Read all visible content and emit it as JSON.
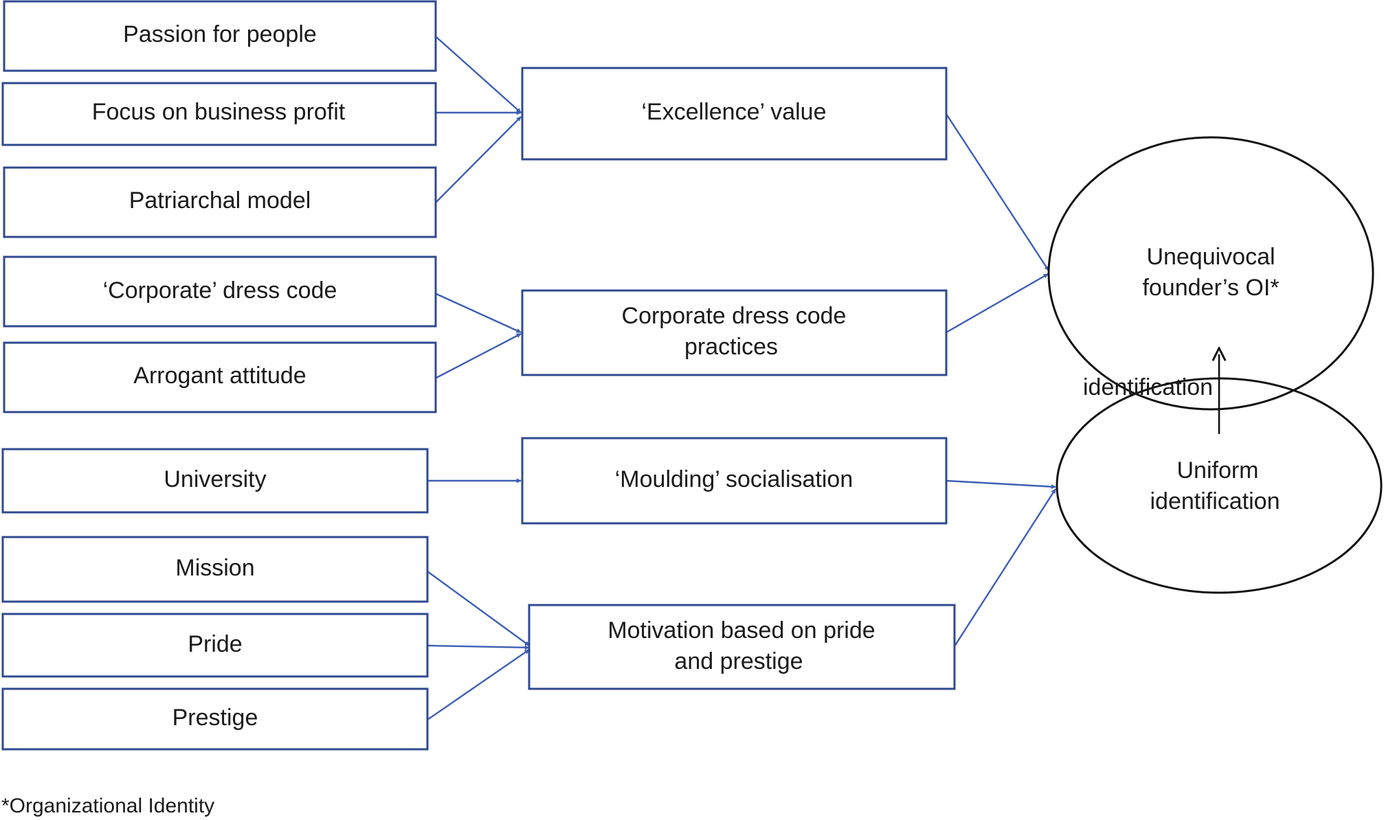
{
  "boxes": {
    "passion": "Passion for people",
    "profit": "Focus on business profit",
    "patriarchal": "Patriarchal model",
    "dress_code": "‘Corporate’ dress code",
    "arrogant": "Arrogant attitude",
    "university": "University",
    "mission": "Mission",
    "pride": "Pride",
    "prestige": "Prestige",
    "excellence": "‘Excellence’ value",
    "dress_practices": [
      "Corporate dress code",
      "practices"
    ],
    "moulding": "‘Moulding’ socialisation",
    "motivation": [
      "Motivation based on pride",
      "and prestige"
    ]
  },
  "ellipses": {
    "unequivocal": [
      "Unequivocal",
      "founder’s OI*"
    ],
    "uniform": [
      "Uniform",
      "identification"
    ]
  },
  "edge_label": "identification",
  "footnote": "*Organizational Identity"
}
